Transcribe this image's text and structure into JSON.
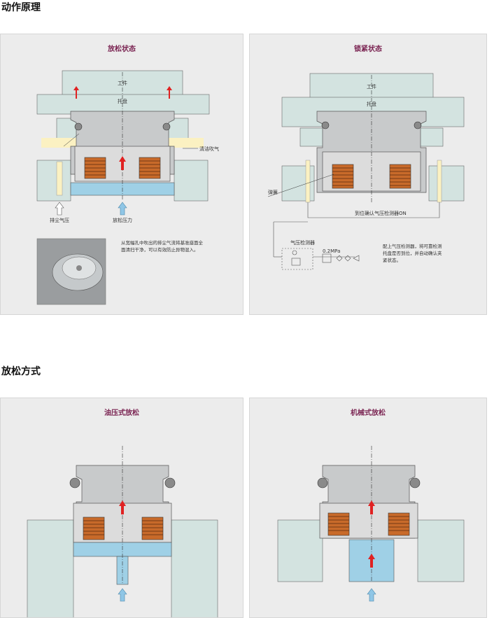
{
  "sections": [
    {
      "title": "动作原理"
    },
    {
      "title": "放松方式"
    }
  ],
  "panels": {
    "release": {
      "title": "放松状态",
      "labels": {
        "workpiece": "工件",
        "pallet": "托盘",
        "air_clean": "清洁吹气",
        "dust_air": "排尘气压",
        "release_pressure": "放松压力"
      },
      "description": "从宽幅孔中吹出的排尘气流将基准座面全面清扫干净，可以有效防止异物混入。"
    },
    "clamp": {
      "title": "锁紧状态",
      "labels": {
        "workpiece": "工件",
        "pallet": "托盘",
        "spring": "弹簧",
        "seat_check": "到位确认气压检测器ON",
        "air_sensor": "气压检测器",
        "pressure": "0.2MPa"
      },
      "description": "配上气压检测器，将可靠检测托盘是否到位，并自动确认夹紧状态。"
    },
    "hydraulic": {
      "title": "油压式放松"
    },
    "mechanical": {
      "title": "机械式放松"
    }
  },
  "colors": {
    "panel_title": "#7b2553",
    "block": "#d3e3e0",
    "piston": "#c8cacb",
    "hydraulic_fluid": "#9fd0e6",
    "spring": "#c86a2a",
    "arrow_red": "#e02222",
    "arrow_blue": "#8fc6e6",
    "air_yellow": "#fbf1c2"
  }
}
